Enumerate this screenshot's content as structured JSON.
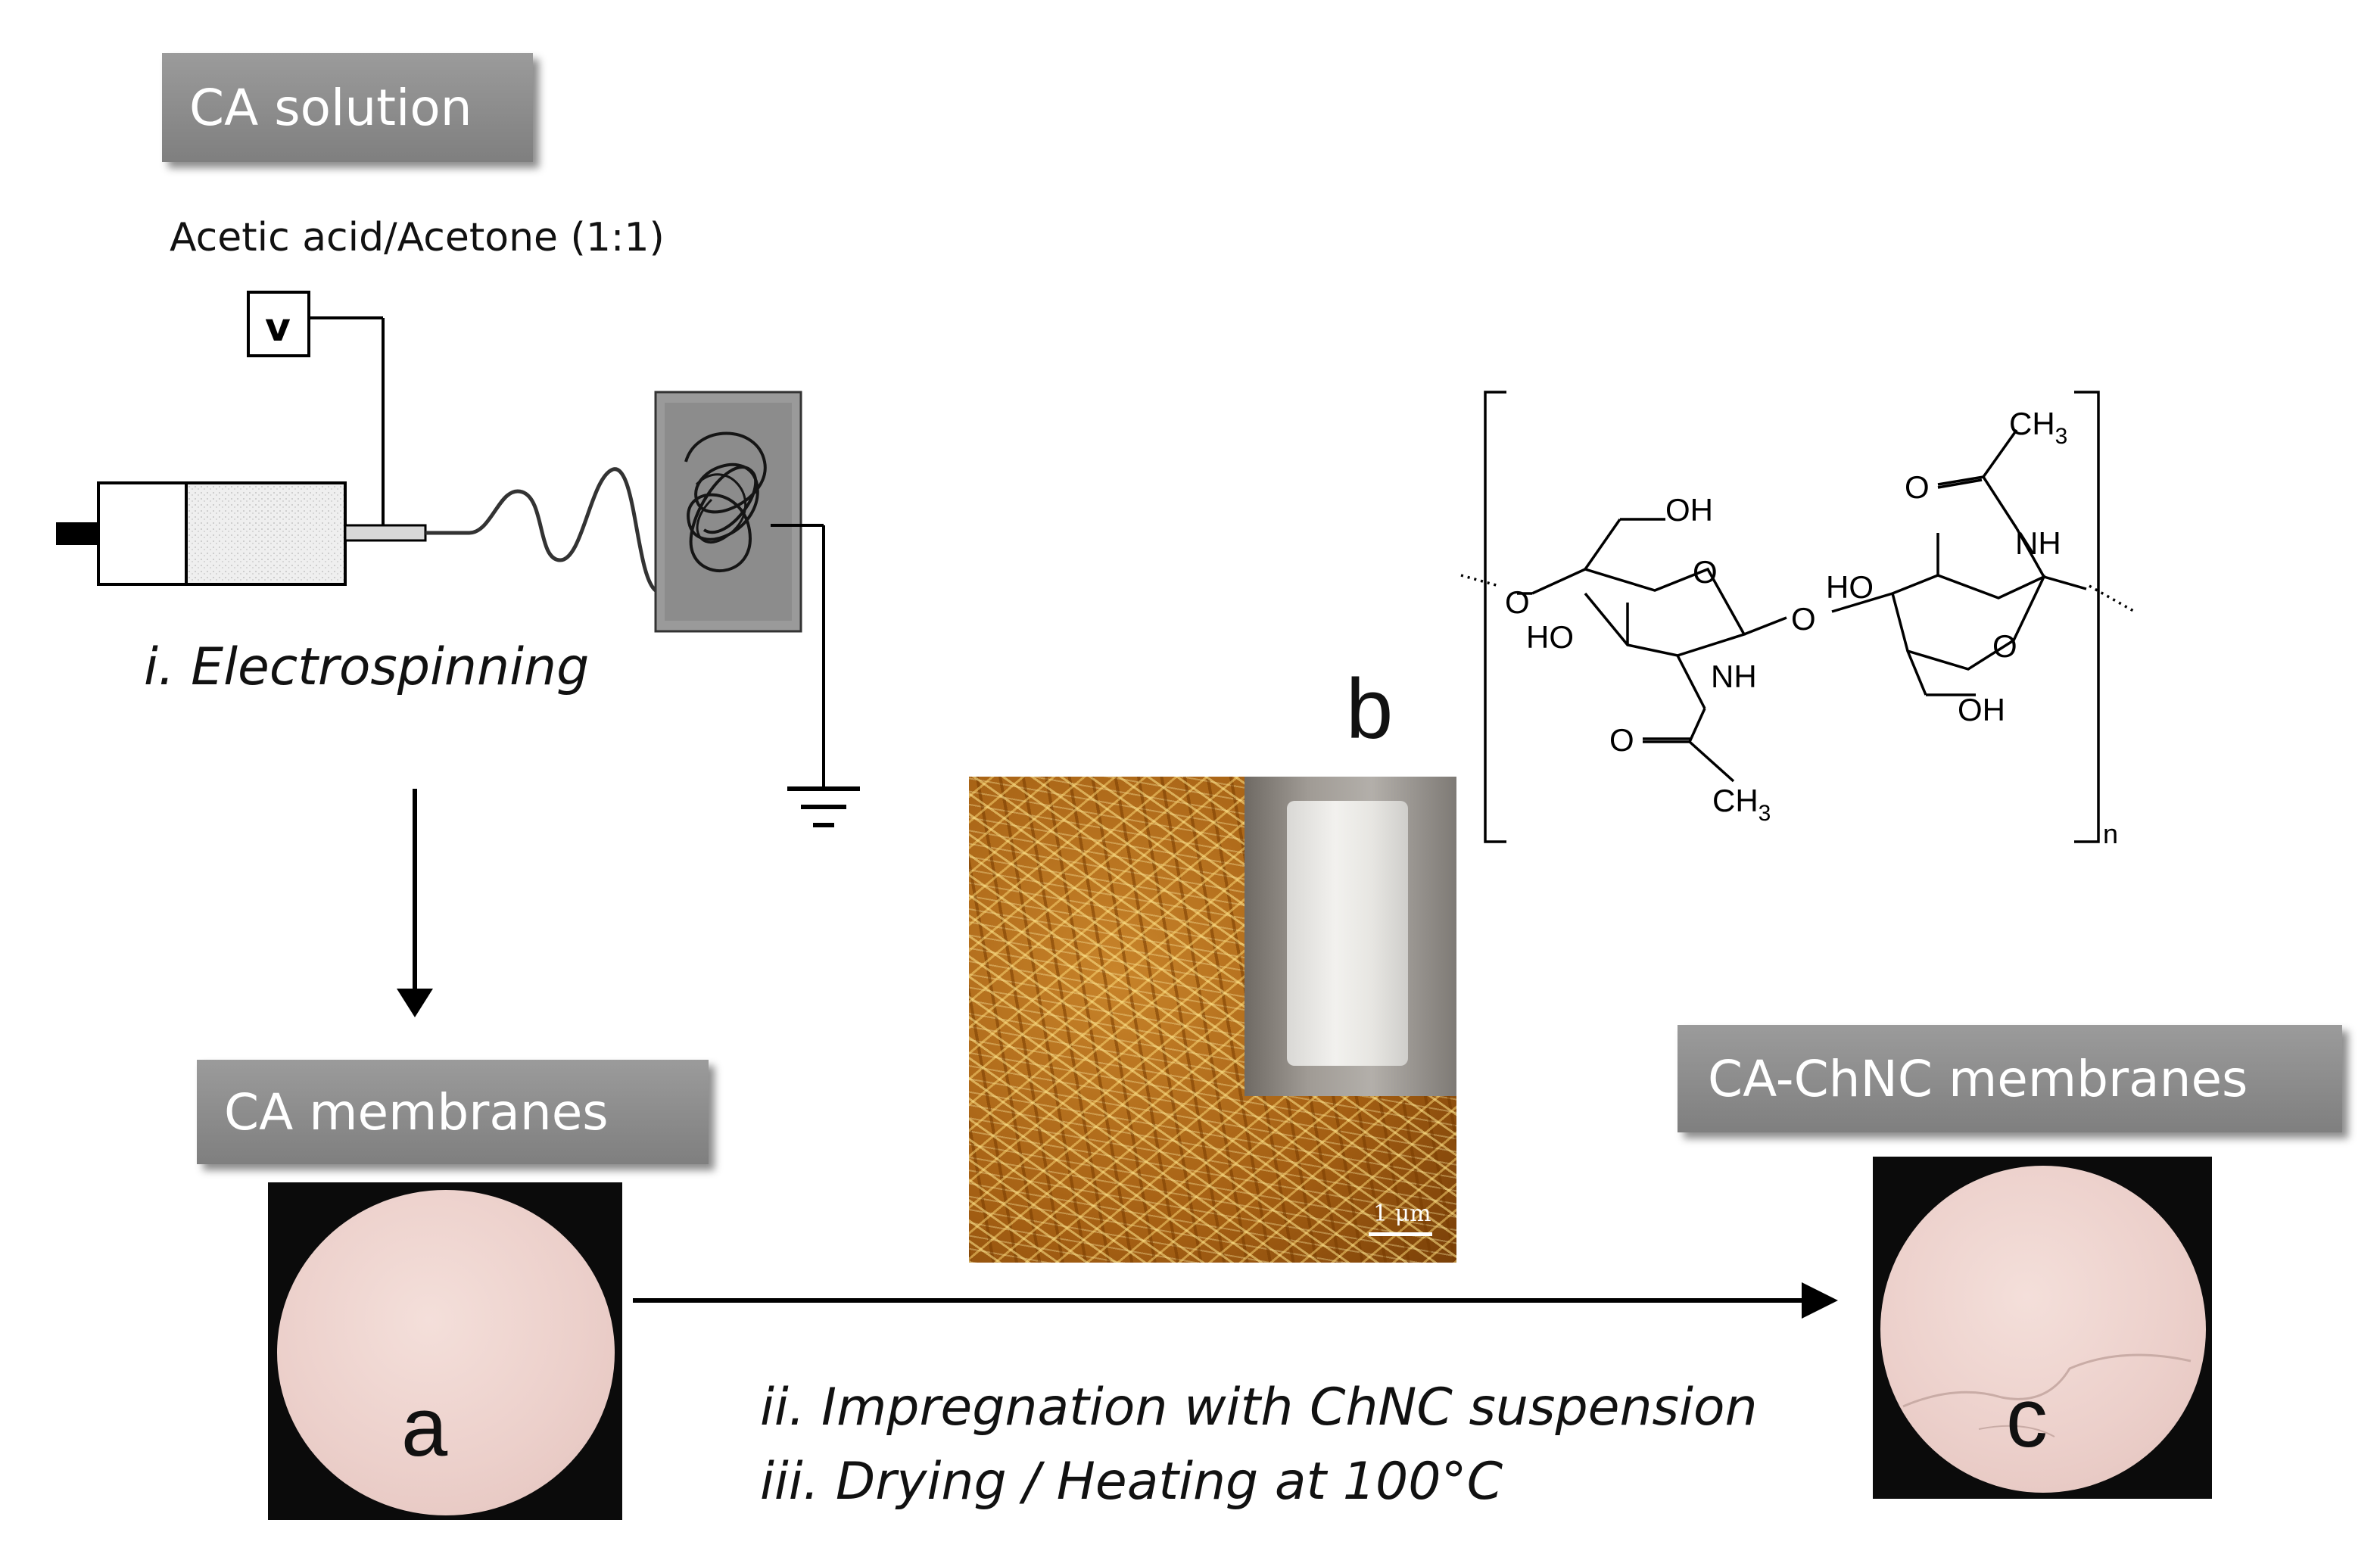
{
  "labels": {
    "ca_solution": "CA solution",
    "solvent": "Acetic acid/Acetone (1:1)",
    "voltage": "v",
    "step_i": "i. Electrospinning",
    "ca_membranes": "CA membranes",
    "ca_chnc_membranes": "CA-ChNC membranes",
    "step_ii": "ii. Impregnation with ChNC suspension",
    "step_iii": "iii.  Drying / Heating at 100°C",
    "panel_a": "a",
    "panel_b": "b",
    "panel_c": "c",
    "scale_bar": "1 μm"
  },
  "structure": {
    "OH_top": "OH",
    "O_ring_left": "O",
    "O_link_left": "O",
    "HO_left": "HO",
    "NH_left": "NH",
    "O_carbonyl_left": "O",
    "CH3_left_base": "CH",
    "CH3_left_sub": "3",
    "O_bridge": "O",
    "HO_right": "HO",
    "O_ring_right": "O",
    "NH_right": "NH",
    "O_carbonyl_right": "O",
    "CH3_right_base": "CH",
    "CH3_right_sub": "3",
    "OH_bottom": "OH",
    "repeat_n": "n"
  },
  "colors": {
    "label_box": "#8d8d8d",
    "membrane": "#ecd0cb",
    "afm": "#a45f13"
  }
}
